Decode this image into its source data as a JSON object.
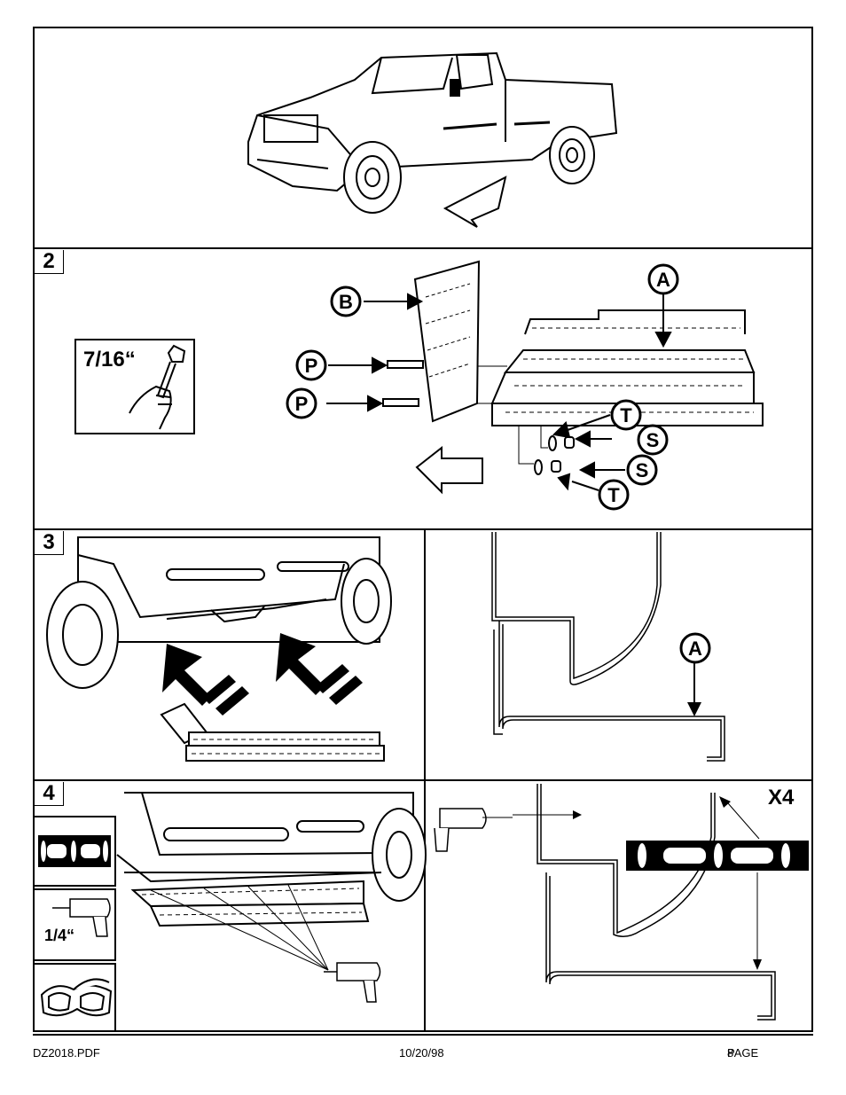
{
  "steps": {
    "step2": "2",
    "step3": "3",
    "step4": "4"
  },
  "callouts": {
    "wrench_size": "7/16“",
    "drill_size": "1/4“",
    "quantity": "X4",
    "A": "A",
    "B": "B",
    "P": "P",
    "S": "S",
    "T": "T"
  },
  "footer": {
    "file": "DZ2018.PDF",
    "date": "10/20/98",
    "page_label": "PAGE",
    "page_number": "8"
  }
}
